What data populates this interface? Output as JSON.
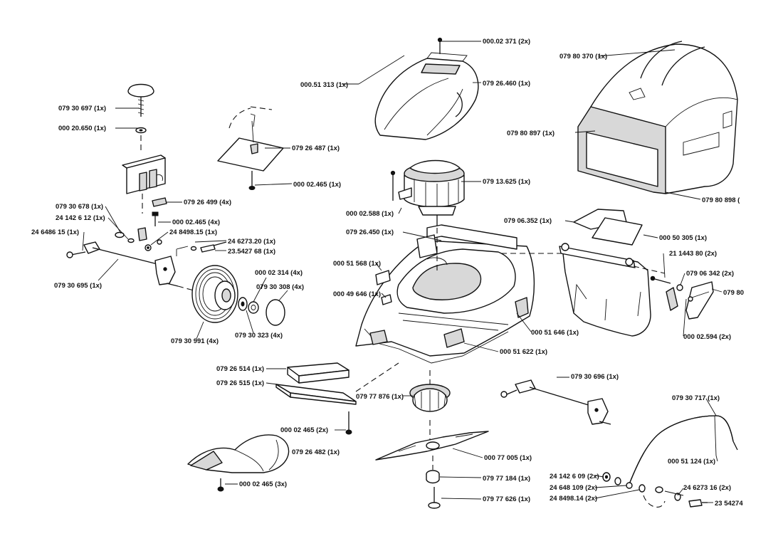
{
  "callouts": [
    {
      "id": "c01",
      "text": "000.02 371   (2x)"
    },
    {
      "id": "c02",
      "text": "079 80 370   (1x)"
    },
    {
      "id": "c03",
      "text": "000.51 313   (1x)"
    },
    {
      "id": "c04",
      "text": "079 26.460   (1x)"
    },
    {
      "id": "c05",
      "text": "079 30 697  (1x)"
    },
    {
      "id": "c06",
      "text": "000 20.650   (1x)"
    },
    {
      "id": "c07",
      "text": "079 26 487  (1x)"
    },
    {
      "id": "c08",
      "text": "079 80 897  (1x)"
    },
    {
      "id": "c09",
      "text": "000 02.465   (1x)"
    },
    {
      "id": "c10",
      "text": "079 13.625   (1x)"
    },
    {
      "id": "c11",
      "text": "079 80 898  ("
    },
    {
      "id": "c12",
      "text": "079 26 499 (4x)"
    },
    {
      "id": "c13",
      "text": "079 30 678 (1x)"
    },
    {
      "id": "c14",
      "text": "24 142 6 12  (1x)"
    },
    {
      "id": "c15",
      "text": "000 02.465 (4x)"
    },
    {
      "id": "c16",
      "text": "24 8498.15  (1x)"
    },
    {
      "id": "c17",
      "text": "24 6486 15 (1x)"
    },
    {
      "id": "c18",
      "text": "000 02.588  (1x)"
    },
    {
      "id": "c19",
      "text": "079 06.352   (1x)"
    },
    {
      "id": "c20",
      "text": "079 26.450   (1x)"
    },
    {
      "id": "c21",
      "text": "000 50 305   (1x)"
    },
    {
      "id": "c22",
      "text": "24 6273.20 (1x)"
    },
    {
      "id": "c23",
      "text": "23.5427 68 (1x)"
    },
    {
      "id": "c24",
      "text": "21 1443 80  (2x)"
    },
    {
      "id": "c25",
      "text": "000 51 568  (1x)"
    },
    {
      "id": "c26",
      "text": "079 30 695  (1x)"
    },
    {
      "id": "c27",
      "text": "000 02 314  (4x)"
    },
    {
      "id": "c28",
      "text": "079 30 308 (4x)"
    },
    {
      "id": "c29",
      "text": "079 06 342  (2x)"
    },
    {
      "id": "c30",
      "text": "079 80"
    },
    {
      "id": "c31",
      "text": "000 49 646  (1x)"
    },
    {
      "id": "c32",
      "text": "000 51 646  (1x)"
    },
    {
      "id": "c33",
      "text": "079 30 323   (4x)"
    },
    {
      "id": "c34",
      "text": "079 30 991  (4x)"
    },
    {
      "id": "c35",
      "text": "000 02.594   (2x)"
    },
    {
      "id": "c36",
      "text": "000 51 622   (1x)"
    },
    {
      "id": "c37",
      "text": "079 26 514  (1x)"
    },
    {
      "id": "c38",
      "text": "079 30 696  (1x)"
    },
    {
      "id": "c39",
      "text": "079 26 515 (1x)"
    },
    {
      "id": "c40",
      "text": "079 77 876 (1x)"
    },
    {
      "id": "c41",
      "text": "079 30 717   (1x)"
    },
    {
      "id": "c42",
      "text": "000 02 465   (2x)"
    },
    {
      "id": "c43",
      "text": "079  26 482    (1x)"
    },
    {
      "id": "c44",
      "text": "000 77 005   (1x)"
    },
    {
      "id": "c45",
      "text": "000 51 124   (1x)"
    },
    {
      "id": "c46",
      "text": "079 77 184   (1x)"
    },
    {
      "id": "c47",
      "text": "24 142 6 09 (2x)"
    },
    {
      "id": "c48",
      "text": "24 648 109 (2x)"
    },
    {
      "id": "c49",
      "text": "24 6273 16   (2x)"
    },
    {
      "id": "c50",
      "text": "24 8498.14 (2x)"
    },
    {
      "id": "c51",
      "text": "000 02 465    (3x)"
    },
    {
      "id": "c52",
      "text": "079 77 626   (1x)"
    },
    {
      "id": "c53",
      "text": "23 54274"
    }
  ]
}
